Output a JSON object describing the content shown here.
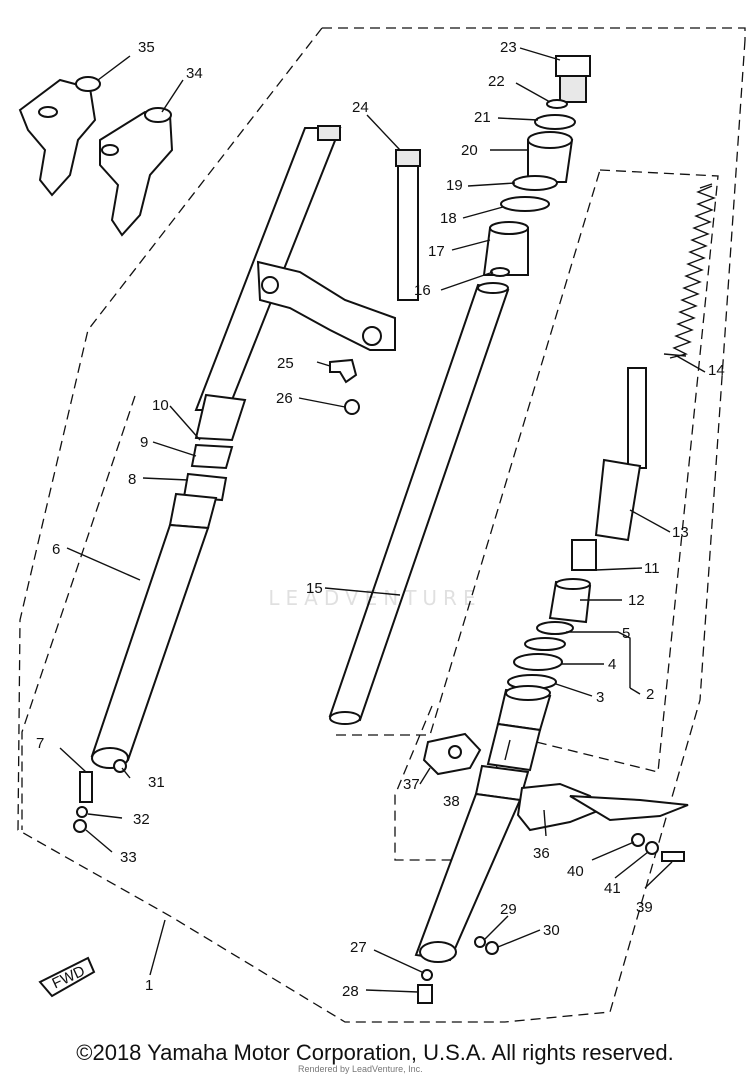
{
  "copyright": "©2018 Yamaha Motor Corporation, U.S.A. All rights reserved.",
  "watermark": "LEADVENTURE",
  "render_note": "Rendered by LeadVenture, Inc.",
  "fwd_label": "FWD",
  "callouts": {
    "p1": "1",
    "p2": "2",
    "p3": "3",
    "p4": "4",
    "p5": "5",
    "p6": "6",
    "p7": "7",
    "p8": "8",
    "p9": "9",
    "p10": "10",
    "p11": "11",
    "p12": "12",
    "p13": "13",
    "p14": "14",
    "p15": "15",
    "p16": "16",
    "p17": "17",
    "p18": "18",
    "p19": "19",
    "p20": "20",
    "p21": "21",
    "p22": "22",
    "p23": "23",
    "p24": "24",
    "p25": "25",
    "p26": "26",
    "p27": "27",
    "p28": "28",
    "p29": "29",
    "p30": "30",
    "p31": "31",
    "p32": "32",
    "p33": "33",
    "p34": "34",
    "p35": "35",
    "p36": "36",
    "p37": "37",
    "p38": "38",
    "p39": "39",
    "p40": "40",
    "p41": "41"
  }
}
